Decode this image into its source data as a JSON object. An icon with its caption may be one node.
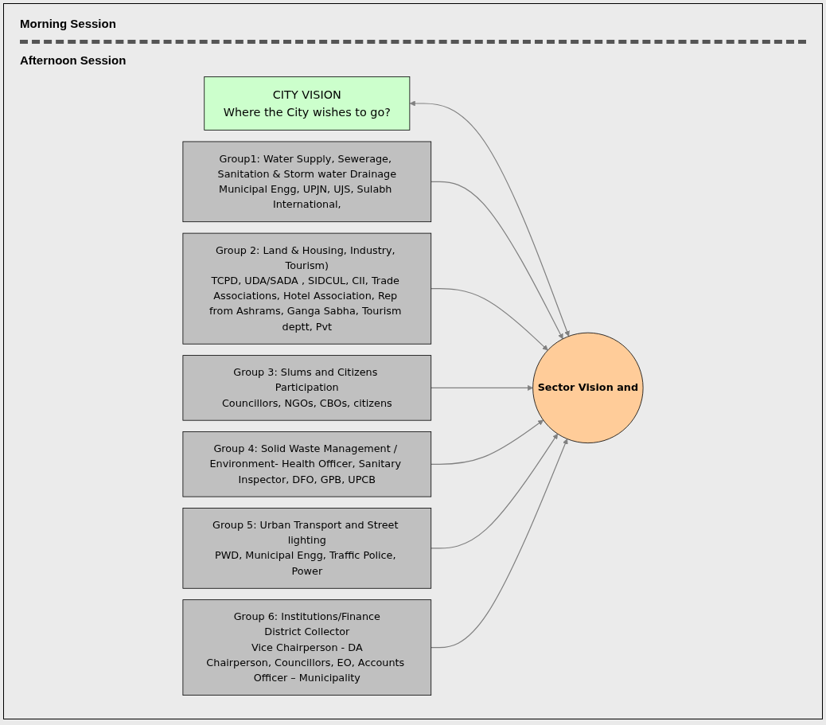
{
  "diagram": {
    "nodes": [
      {
        "text": [
          "CITY VISION",
          "Where the City wishes to go?"
        ]
      },
      {
        "text": [
          "Group1: Water Supply, Sewerage, Sanitation & Storm water Drainage",
          "Municipal Engg, UPJN, UJS, Sulabh International,"
        ]
      },
      {
        "text": [
          "Group 2: Land & Housing, Industry, Tourism)",
          "TCPD, UDA/SADA , SIDCUL, CII, Trade Associations, Hotel Association, Rep from Ashrams, Ganga Sabha, Tourism deptt, Pvt"
        ]
      },
      {
        "text": [
          "Group 3: Slums and Citizens Participation",
          "Councillors, NGOs, CBOs, citizens"
        ]
      },
      {
        "text": [
          "Sector Vision and"
        ]
      },
      {
        "text": [
          "Group 4: Solid Waste Management / Environment- Health Officer, Sanitary Inspector, DFO, GPB, UPCB"
        ]
      },
      {
        "text": [
          "Group 5: Urban Transport and Street lighting",
          "PWD, Municipal Engg, Traffic Police, Power"
        ]
      },
      {
        "text": [
          "Group 6: Institutions/Finance",
          "District Collector",
          "Vice Chairperson - DA",
          "Chairperson, Councillors, EO, Accounts Officer – Municipality"
        ]
      }
    ],
    "edges": [
      {
        "from": 0,
        "to": 4,
        "arrow": "both"
      },
      {
        "from": 1,
        "to": 4,
        "arrow": "to"
      },
      {
        "from": 2,
        "to": 4,
        "arrow": "to"
      },
      {
        "from": 3,
        "to": 4,
        "arrow": "to"
      },
      {
        "from": 5,
        "to": 4,
        "arrow": "to"
      },
      {
        "from": 6,
        "to": 4,
        "arrow": "to"
      },
      {
        "from": 7,
        "to": 4,
        "arrow": "to"
      }
    ],
    "labels": [
      "Morning Session",
      "Afternoon Session"
    ]
  }
}
